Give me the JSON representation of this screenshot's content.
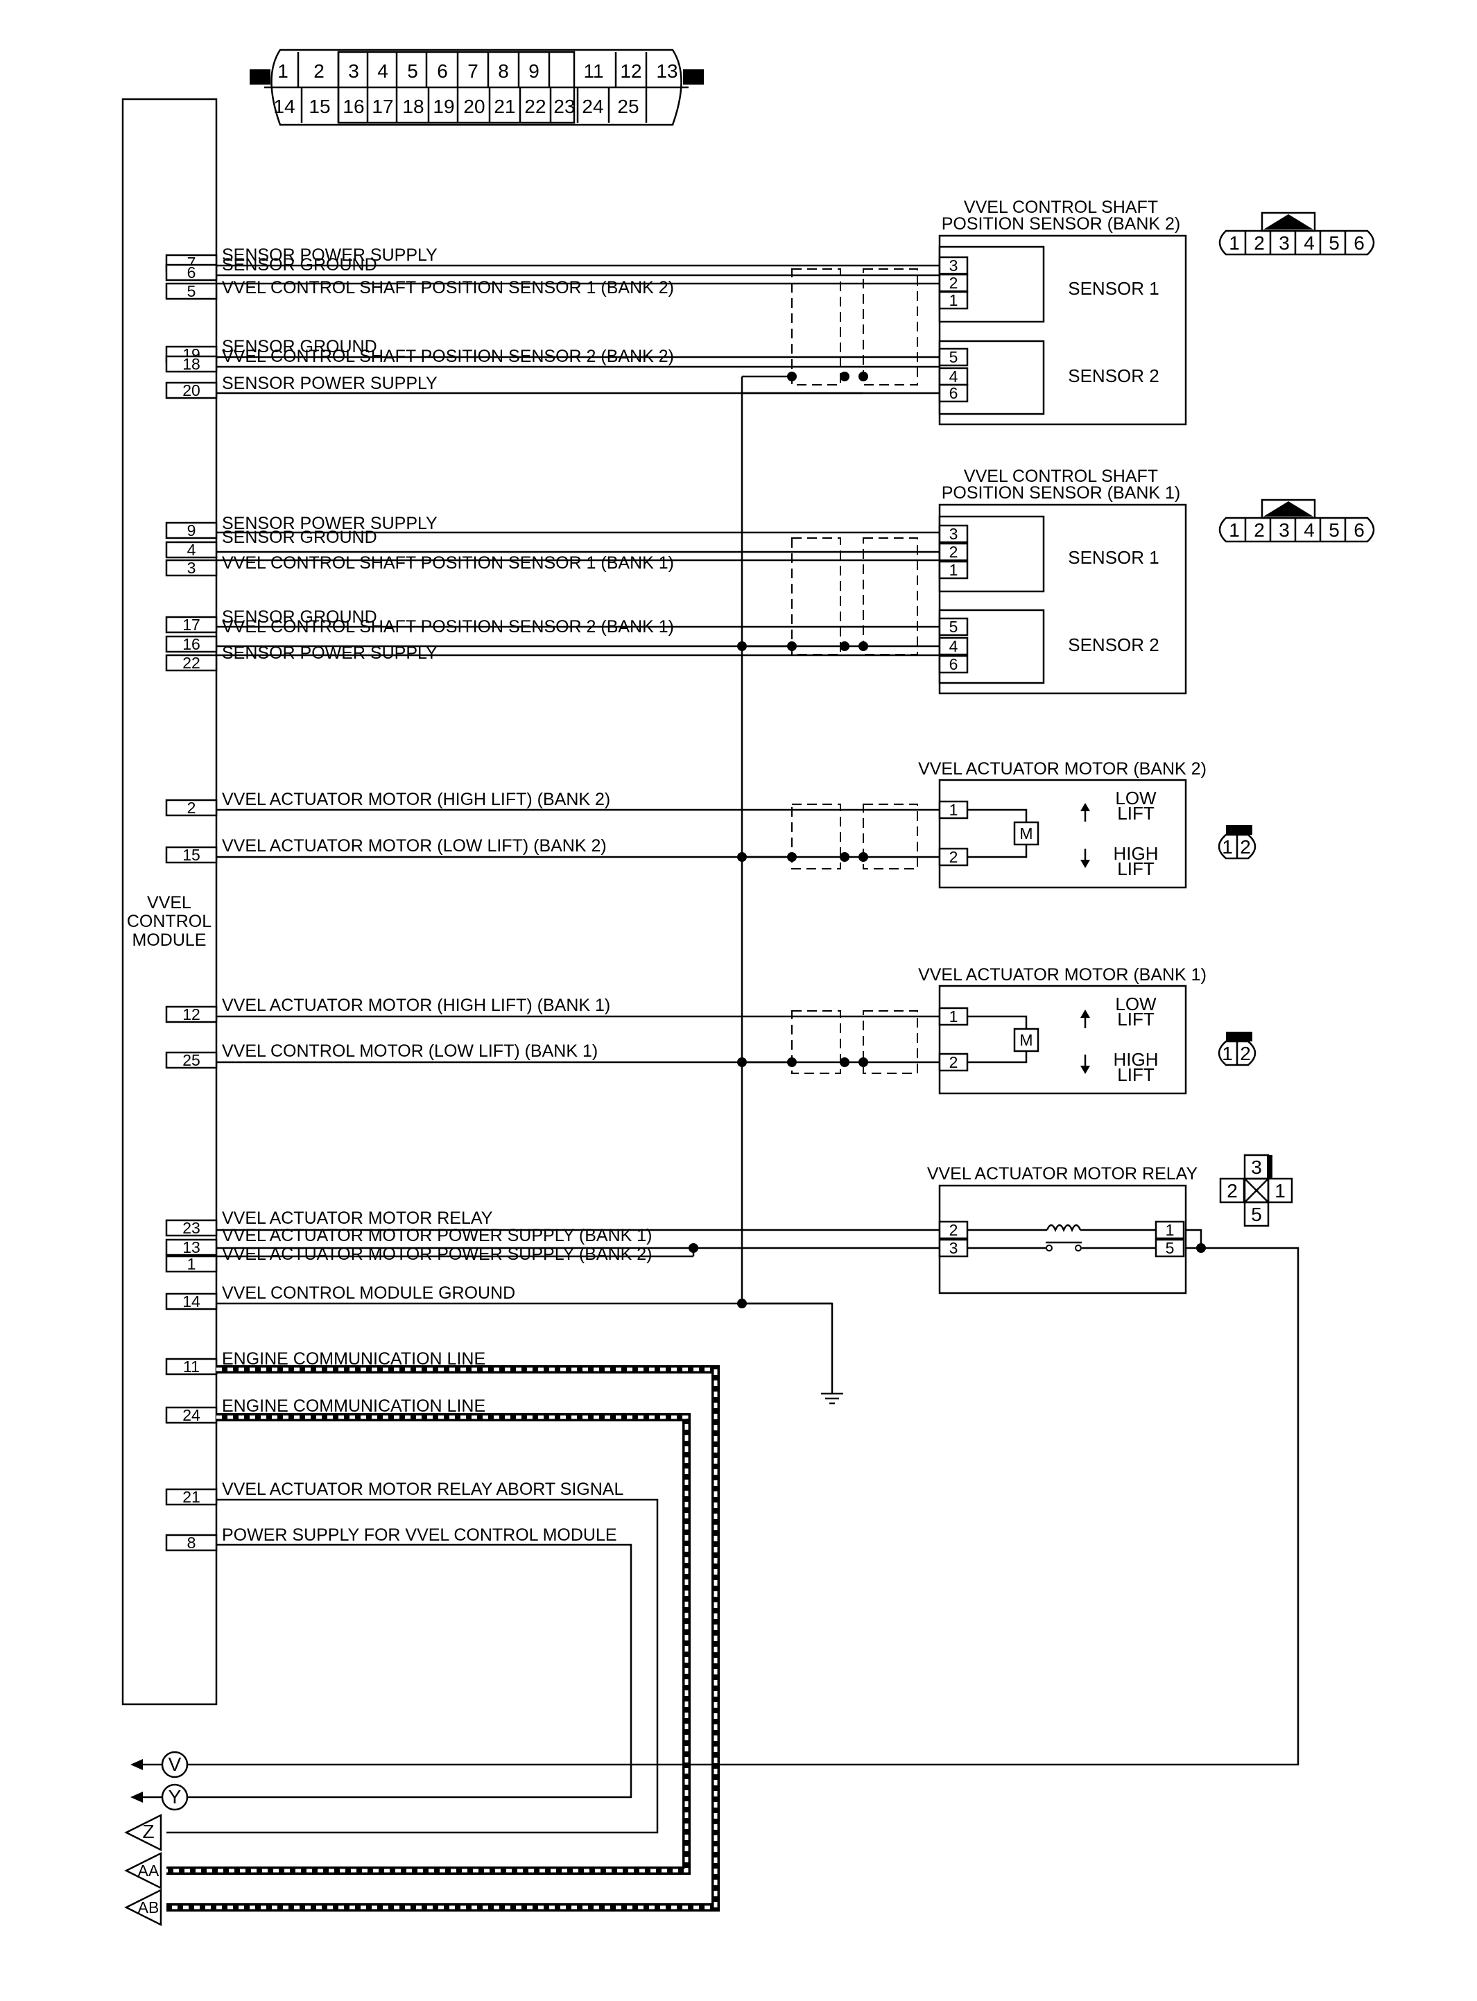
{
  "top_connector": {
    "top_row": [
      "1",
      "2",
      "3",
      "4",
      "5",
      "6",
      "7",
      "8",
      "9",
      "",
      "11",
      "12",
      "13"
    ],
    "bottom_row": [
      "14",
      "15",
      "16",
      "17",
      "18",
      "19",
      "20",
      "21",
      "22",
      "23",
      "24",
      "25"
    ]
  },
  "module": {
    "lines": [
      "VVEL",
      "CONTROL",
      "MODULE"
    ]
  },
  "wires": [
    {
      "pin": "7",
      "label": "SENSOR POWER SUPPLY"
    },
    {
      "pin": "6",
      "label": "SENSOR GROUND"
    },
    {
      "pin": "5",
      "label": "VVEL CONTROL SHAFT POSITION SENSOR 1 (BANK 2)"
    },
    {
      "pin": "19",
      "label": "SENSOR GROUND"
    },
    {
      "pin": "18",
      "label": "VVEL CONTROL SHAFT POSITION SENSOR 2 (BANK 2)"
    },
    {
      "pin": "20",
      "label": "SENSOR POWER SUPPLY"
    },
    {
      "pin": "9",
      "label": "SENSOR POWER SUPPLY"
    },
    {
      "pin": "4",
      "label": "SENSOR GROUND"
    },
    {
      "pin": "3",
      "label": "VVEL CONTROL SHAFT POSITION SENSOR 1 (BANK 1)"
    },
    {
      "pin": "17",
      "label": "SENSOR GROUND"
    },
    {
      "pin": "16",
      "label": "VVEL CONTROL SHAFT POSITION SENSOR 2 (BANK 1)"
    },
    {
      "pin": "22",
      "label": "SENSOR POWER SUPPLY"
    },
    {
      "pin": "2",
      "label": "VVEL ACTUATOR MOTOR (HIGH LIFT) (BANK 2)"
    },
    {
      "pin": "15",
      "label": "VVEL ACTUATOR MOTOR (LOW LIFT) (BANK 2)"
    },
    {
      "pin": "12",
      "label": "VVEL ACTUATOR MOTOR (HIGH LIFT) (BANK 1)"
    },
    {
      "pin": "25",
      "label": "VVEL CONTROL MOTOR (LOW LIFT) (BANK 1)"
    },
    {
      "pin": "23",
      "label": "VVEL ACTUATOR MOTOR RELAY"
    },
    {
      "pin": "13",
      "label": "VVEL ACTUATOR MOTOR POWER SUPPLY (BANK 1)"
    },
    {
      "pin": "1",
      "label": "VVEL ACTUATOR MOTOR POWER SUPPLY (BANK 2)"
    },
    {
      "pin": "14",
      "label": "VVEL CONTROL MODULE GROUND"
    },
    {
      "pin": "11",
      "label": "ENGINE COMMUNICATION LINE"
    },
    {
      "pin": "24",
      "label": "ENGINE COMMUNICATION LINE"
    },
    {
      "pin": "21",
      "label": "VVEL ACTUATOR MOTOR RELAY ABORT SIGNAL"
    },
    {
      "pin": "8",
      "label": "POWER SUPPLY FOR VVEL CONTROL MODULE"
    }
  ],
  "sensor_bank2": {
    "title": [
      "VVEL CONTROL SHAFT",
      "POSITION SENSOR (BANK 2)"
    ],
    "sensor1_label": "SENSOR 1",
    "sensor2_label": "SENSOR 2",
    "pins": [
      "3",
      "2",
      "1",
      "5",
      "4",
      "6"
    ]
  },
  "sensor_bank1": {
    "title": [
      "VVEL CONTROL SHAFT",
      "POSITION SENSOR (BANK 1)"
    ],
    "sensor1_label": "SENSOR 1",
    "sensor2_label": "SENSOR 2",
    "pins": [
      "3",
      "2",
      "1",
      "5",
      "4",
      "6"
    ]
  },
  "sensor_connector": {
    "pins": [
      "1",
      "2",
      "3",
      "4",
      "5",
      "6"
    ]
  },
  "motor_bank2": {
    "title": "VVEL ACTUATOR MOTOR (BANK 2)",
    "pins": [
      "1",
      "2"
    ],
    "motor_symbol": "M",
    "low_lift": [
      "LOW",
      "LIFT"
    ],
    "high_lift": [
      "HIGH",
      "LIFT"
    ]
  },
  "motor_bank1": {
    "title": "VVEL ACTUATOR MOTOR (BANK 1)",
    "pins": [
      "1",
      "2"
    ],
    "motor_symbol": "M",
    "low_lift": [
      "LOW",
      "LIFT"
    ],
    "high_lift": [
      "HIGH",
      "LIFT"
    ]
  },
  "motor_connector": {
    "pins": [
      "1",
      "2"
    ]
  },
  "relay": {
    "title": "VVEL ACTUATOR MOTOR RELAY",
    "left_pins": [
      "2",
      "3"
    ],
    "right_pins": [
      "1",
      "5"
    ],
    "connector_pins": {
      "top": "3",
      "left": "2",
      "right": "1",
      "bottom": "5"
    }
  },
  "terminals": [
    "V",
    "Y",
    "Z",
    "AA",
    "AB"
  ]
}
